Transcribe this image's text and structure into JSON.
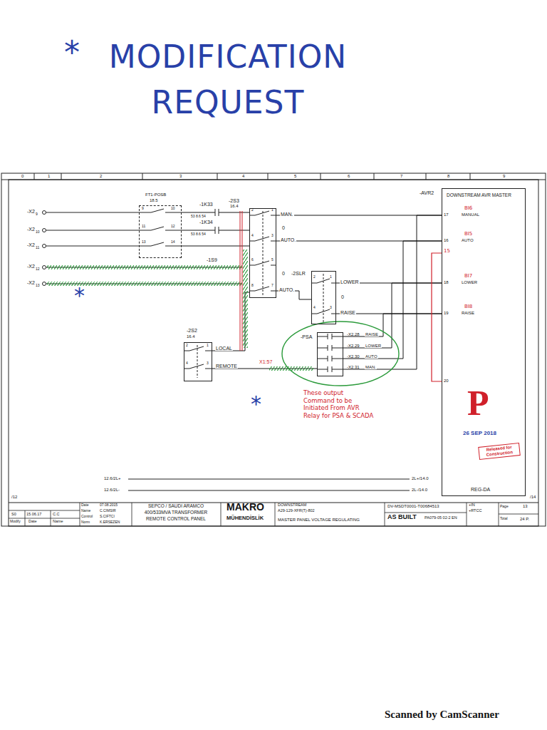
{
  "diagram": {
    "title": "MODIFICATION REQUEST",
    "nodes": [
      {
        "text": [
          "FT1-POSB",
          "18.5"
        ]
      },
      {
        "text": [
          "-2S3",
          "16.4"
        ]
      },
      {
        "text": [
          "-2SLR"
        ]
      },
      {
        "text": [
          "-2S2",
          "16.4"
        ]
      },
      {
        "text": [
          "-PSA"
        ]
      },
      {
        "text": [
          "-AVR2",
          "DOWNSTREAM AVR MASTER",
          "REG-DA"
        ]
      }
    ],
    "edges": [
      {
        "from": 0,
        "to": 1,
        "arrow": "none"
      },
      {
        "from": 0,
        "to": 1,
        "arrow": "none"
      },
      {
        "from": 0,
        "to": 1,
        "arrow": "none"
      },
      {
        "from": 1,
        "to": 5,
        "label": "MAN.",
        "arrow": "none"
      },
      {
        "from": 1,
        "to": 5,
        "label": "AUTO.",
        "arrow": "none"
      },
      {
        "from": 1,
        "to": 2,
        "label": "AUTO.",
        "arrow": "none"
      },
      {
        "from": 2,
        "to": 5,
        "label": "LOWER",
        "arrow": "none"
      },
      {
        "from": 2,
        "to": 5,
        "label": "RAISE",
        "arrow": "none"
      },
      {
        "from": 3,
        "to": 1,
        "label": "LOCAL",
        "arrow": "none"
      },
      {
        "from": 3,
        "to": 4,
        "label": "REMOTE",
        "arrow": "none"
      },
      {
        "from": 4,
        "to": 5,
        "label": "RAISE",
        "arrow": "none"
      },
      {
        "from": 4,
        "to": 5,
        "label": "LOWER",
        "arrow": "none"
      },
      {
        "from": 4,
        "to": 5,
        "label": "AUTO",
        "arrow": "none"
      },
      {
        "from": 4,
        "to": 5,
        "label": "MAN.",
        "arrow": "none"
      }
    ],
    "labels": [
      "0",
      "1",
      "2",
      "3",
      "4",
      "5",
      "6",
      "7",
      "8",
      "9",
      "-X2",
      "9",
      "-X2",
      "10",
      "-X2",
      "11",
      "-X2",
      "12",
      "-X2",
      "13",
      "9",
      "10",
      "11",
      "12",
      "13",
      "14",
      "-1K33",
      "53 8.6 54",
      "-1K34",
      "53 8.6 54",
      "-1S9",
      "2",
      "1",
      "4",
      "3",
      "6",
      "5",
      "8",
      "7",
      "0",
      "0",
      "2",
      "1",
      "4",
      "3",
      "0",
      "2",
      "1",
      "4",
      "3",
      "X1:57",
      "-X2.28",
      "-X2.29",
      "-X2.30",
      "-X2.31",
      "17",
      "BI6",
      "MANUAL",
      "16",
      "BI5",
      "AUTO",
      "15",
      "18",
      "BI7",
      "LOWER",
      "19",
      "BI8",
      "RAISE",
      "20",
      "*",
      "*",
      "*",
      "These output Command to be Initiated From AVR Relay for PSA & SCADA",
      "P",
      "26 SEP 2018",
      "Released for Construction",
      "12.6/2L+",
      "12.6/2L-",
      "2L+/14.0",
      "2L-/14.0",
      "/12",
      "/14",
      "S0",
      "15.06.17",
      "C.C",
      "Modify",
      "Date",
      "Name",
      "Date",
      "07.08.2015",
      "Name",
      "C.CIMSIR",
      "Control",
      "S.CIFTCI",
      "Norm",
      "K.ERSEZEN",
      "SEPCO / SAUDI ARAMCO",
      "400/533MVA TRANSFORMER",
      "REMOTE CONTROL PANEL",
      "MAKRO",
      "MÜHENDİSLİK",
      "DOWNSTREAM",
      "A29-129-XFR(T)-802",
      "MASTER PANEL VOLTAGE REGULATING",
      "DV-MSDT0001-T00684513",
      "AS BUILT",
      "PA079-05 02-2 EN",
      "+IN",
      "+RTCC",
      "Page",
      "13",
      "Total",
      "24 P.",
      "Scanned by CamScanner"
    ]
  }
}
